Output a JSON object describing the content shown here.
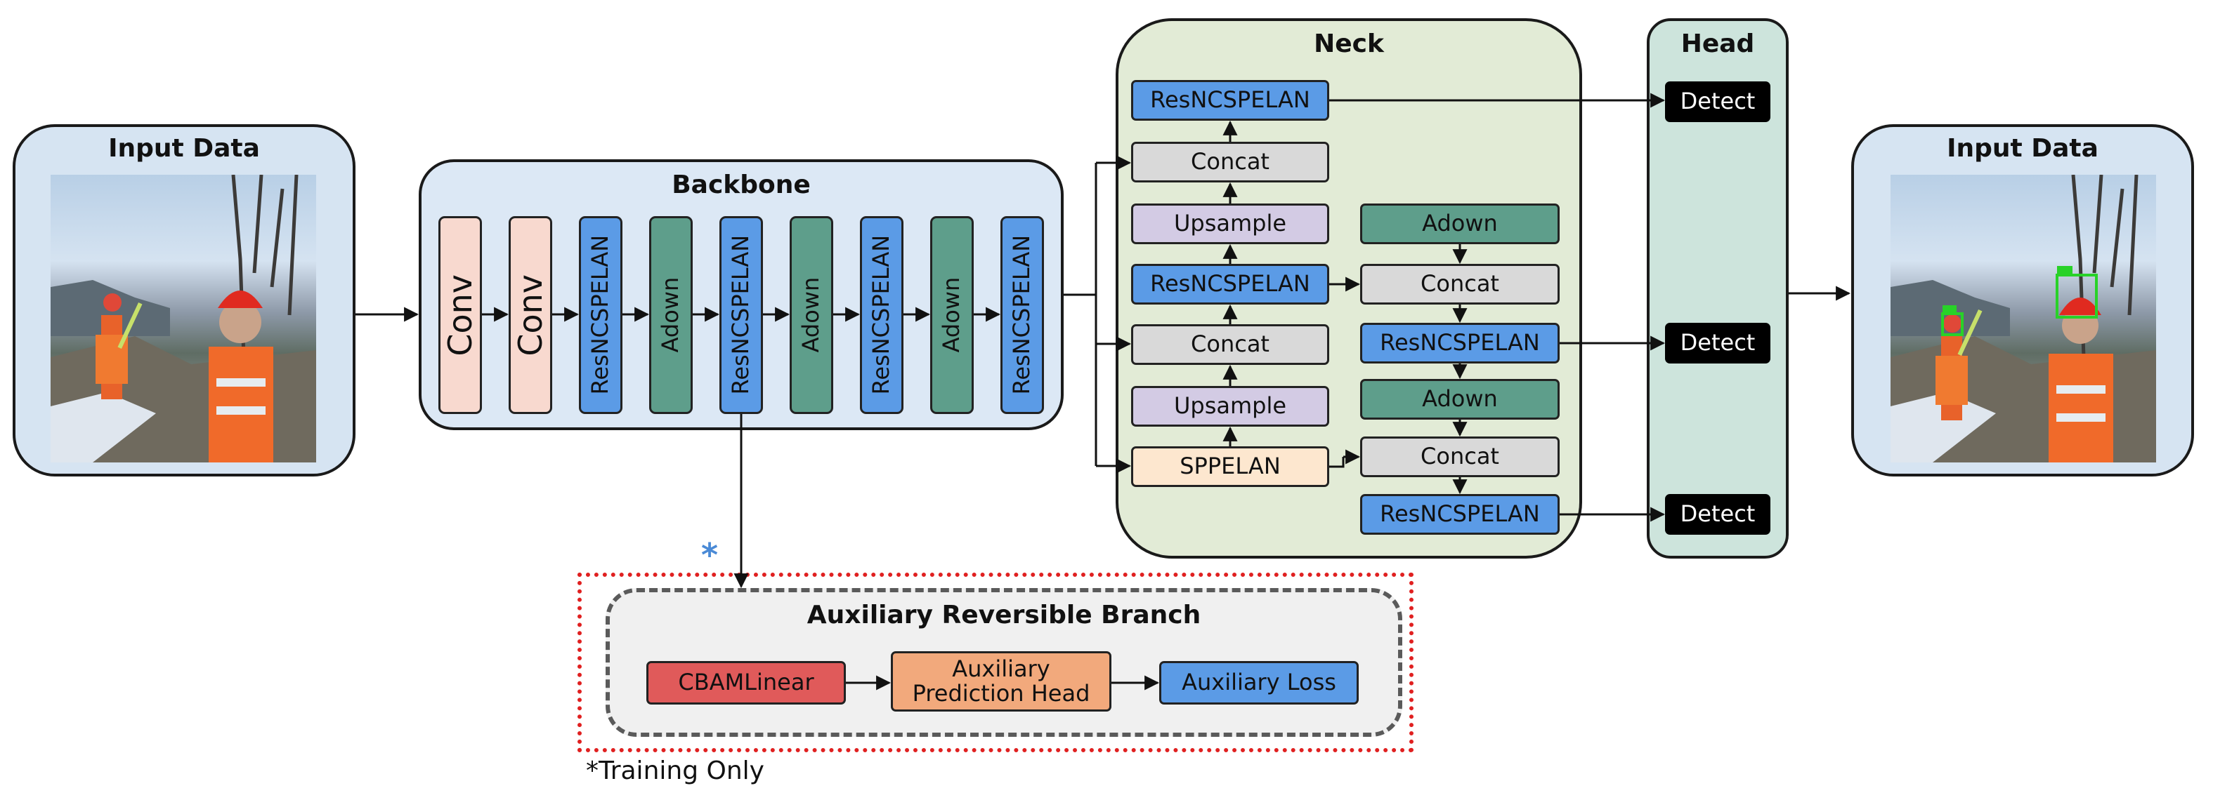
{
  "input_left": {
    "title": "Input Data"
  },
  "input_right": {
    "title": "Input Data"
  },
  "backbone": {
    "title": "Backbone",
    "blocks": [
      "Conv",
      "Conv",
      "ResNCSPELAN",
      "Adown",
      "ResNCSPELAN",
      "Adown",
      "ResNCSPELAN",
      "Adown",
      "ResNCSPELAN"
    ]
  },
  "neck": {
    "title": "Neck",
    "left_column": [
      "ResNCSPELAN",
      "Concat",
      "Upsample",
      "ResNCSPELAN",
      "Concat",
      "Upsample",
      "SPPELAN"
    ],
    "right_column": [
      "Adown",
      "Concat",
      "ResNCSPELAN",
      "Adown",
      "Concat",
      "ResNCSPELAN"
    ]
  },
  "head": {
    "title": "Head",
    "detect_labels": [
      "Detect",
      "Detect",
      "Detect"
    ]
  },
  "auxiliary": {
    "marker": "*",
    "title": "Auxiliary Reversible Branch",
    "blocks": [
      "CBAMLinear",
      "Auxiliary Prediction Head",
      "Auxiliary Loss"
    ],
    "footnote": "*Training Only"
  },
  "colors": {
    "backbone_bg": "#dce8f5",
    "neck_bg": "#e2ebd6",
    "head_bg": "#cde4dc",
    "blue_block": "#5b9be6",
    "green_block": "#5e9e8b",
    "gray_block": "#d9d9d9",
    "purple_block": "#d3cbe4",
    "peach_block": "#fde7cf",
    "pink_block": "#f8d9cf",
    "cbam": "#e05a5a",
    "pred_head": "#f2a97c",
    "aux_dashed_border": "#e02020"
  }
}
